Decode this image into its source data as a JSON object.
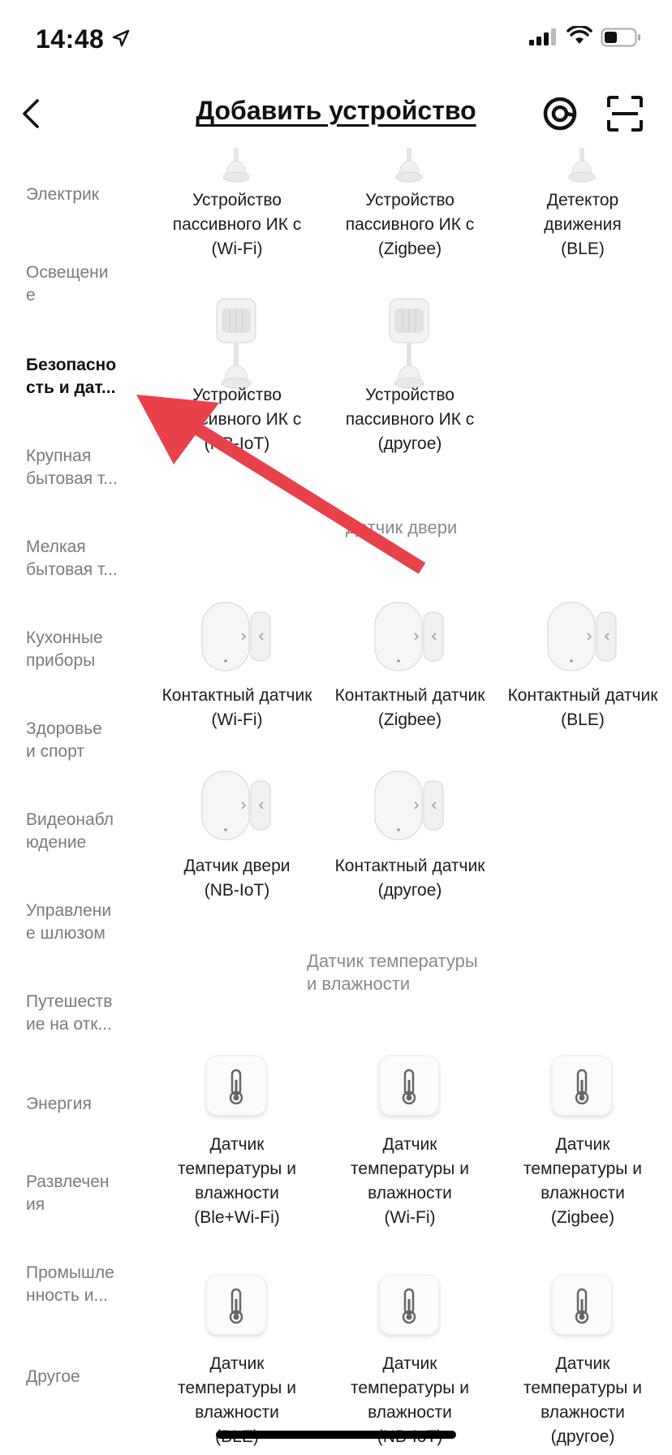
{
  "status": {
    "time": "14:48"
  },
  "header": {
    "title": "Добавить устройство"
  },
  "sidebar": [
    "Электрик",
    "Освещени\nе",
    "Безопасно\nсть и дат...",
    "Крупная\nбытовая т...",
    "Мелкая\nбытовая т...",
    "Кухонные\nприборы",
    "Здоровье\nи спорт",
    "Видеонабл\nюдение",
    "Управлени\nе шлюзом",
    "Путешеств\nие на отк...",
    "Энергия",
    "Развлечен\nия",
    "Промышле\nнность и...",
    "Другое"
  ],
  "active_sidebar_index": 2,
  "motion": {
    "row1": [
      "Устройство\nпассивного ИК с\n(Wi-Fi)",
      "Устройство\nпассивного ИК с\n(Zigbee)",
      "Детектор\nдвижения\n(BLE)"
    ],
    "row2": [
      "Устройство\nпассивного ИК с\n(NB-IoT)",
      "Устройство\nпассивного ИК с\n(другое)"
    ]
  },
  "door": {
    "section": "Датчик двери",
    "row1": [
      "Контактный датчик\n(Wi-Fi)",
      "Контактный датчик\n(Zigbee)",
      "Контактный датчик\n(BLE)"
    ],
    "row2": [
      "Датчик двери\n(NB-IoT)",
      "Контактный датчик\n(другое)"
    ]
  },
  "temp": {
    "section": "Датчик температуры\nи влажности",
    "row1": [
      "Датчик\nтемпературы и\nвлажности\n(Ble+Wi-Fi)",
      "Датчик\nтемпературы и\nвлажности\n(Wi-Fi)",
      "Датчик\nтемпературы и\nвлажности\n(Zigbee)"
    ],
    "row2": [
      "Датчик\nтемпературы и\nвлажности\n(BLE)",
      "Датчик\nтемпературы и\nвлажности\n(NB-IoT)",
      "Датчик\nтемпературы и\nвлажности\n(другое)"
    ]
  },
  "colors": {
    "arrow": "#e8414a",
    "muted": "#7a7a80"
  }
}
